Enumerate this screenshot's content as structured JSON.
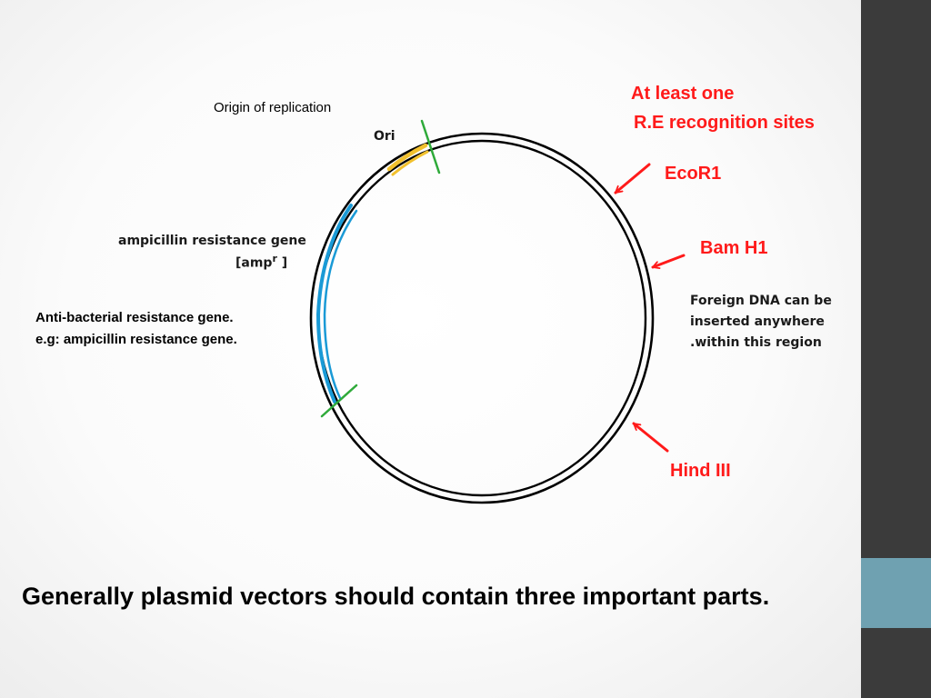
{
  "labels": {
    "origin_of_replication": "Origin of replication",
    "ori": "Ori",
    "amp_gene_line1": "ampicillin resistance gene",
    "amp_gene_line2_prefix": "[amp",
    "amp_gene_line2_sup": "r",
    "amp_gene_line2_suffix": "]",
    "anti_bacterial_line1": "Anti-bacterial resistance gene.",
    "anti_bacterial_line2": "e.g: ampicillin resistance gene.",
    "re_sites_line1": "At least one",
    "re_sites_line2": "R.E  recognition sites",
    "ecor1": "EcoR1",
    "bamh1": "Bam H1",
    "hind3": "Hind III",
    "foreign_dna_line1": "Foreign DNA can be",
    "foreign_dna_line2": "inserted anywhere",
    "foreign_dna_line3": ".within this region"
  },
  "footer": {
    "statement": "Generally plasmid vectors  should contain three important parts."
  },
  "colors": {
    "red_label": "#ff1a1a",
    "ori_segment": "#f2c12e",
    "amp_segment": "#1a9ad6",
    "boundary_marker": "#2faa3a",
    "sidebar": "#3b3b3b",
    "sidebar_accent": "#6fa1b1"
  }
}
